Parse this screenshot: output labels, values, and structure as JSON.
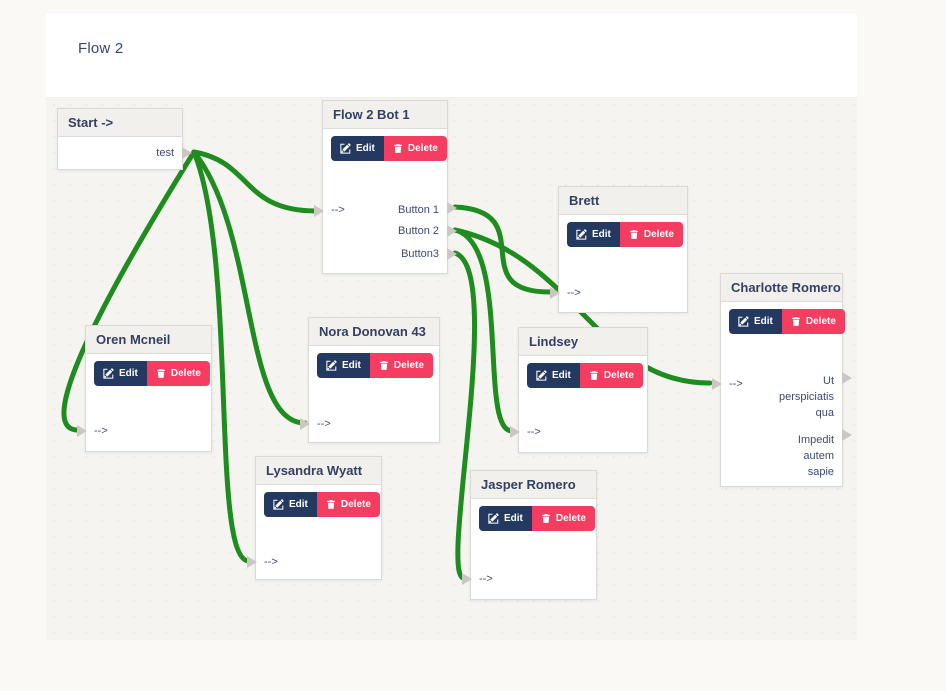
{
  "page": {
    "title": "Flow 2"
  },
  "actions": {
    "edit": "Edit",
    "delete": "Delete"
  },
  "colors": {
    "edge_green": "#1e8c1e",
    "edit_button": "#24395f",
    "delete_button": "#f43d61",
    "node_title": "#333f63",
    "connector_gray": "#cbc8c2",
    "canvas_bg": "#f5f4f0"
  },
  "nodes": {
    "start": {
      "title": "Start ->",
      "outputs": [
        "test"
      ]
    },
    "bot": {
      "title": "Flow 2 Bot 1",
      "input": "-->",
      "outputs": [
        "Button 1",
        "Button 2",
        "Button3"
      ]
    },
    "brett": {
      "title": "Brett",
      "input": "-->"
    },
    "oren": {
      "title": "Oren Mcneil",
      "input": "-->"
    },
    "nora": {
      "title": "Nora Donovan 43",
      "input": "-->"
    },
    "lindsey": {
      "title": "Lindsey",
      "input": "-->"
    },
    "lysandra": {
      "title": "Lysandra Wyatt",
      "input": "-->"
    },
    "jasper": {
      "title": "Jasper Romero",
      "input": "-->"
    },
    "charlotte": {
      "title": "Charlotte Romero",
      "input": "-->",
      "outputs": [
        "Ut\nperspiciatis\nqua",
        "Impedit\nautem\nsapie"
      ]
    }
  },
  "edges": [
    {
      "from": "Start.test",
      "to": "Flow 2 Bot 1"
    },
    {
      "from": "Start.test",
      "to": "Oren Mcneil"
    },
    {
      "from": "Start.test",
      "to": "Nora Donovan 43"
    },
    {
      "from": "Start.test",
      "to": "Lysandra Wyatt"
    },
    {
      "from": "Flow 2 Bot 1.Button 1",
      "to": "Brett"
    },
    {
      "from": "Flow 2 Bot 1.Button 2",
      "to": "Charlotte Romero"
    },
    {
      "from": "Flow 2 Bot 1.Button 2",
      "to": "Lindsey"
    },
    {
      "from": "Flow 2 Bot 1.Button3",
      "to": "Jasper Romero"
    }
  ]
}
